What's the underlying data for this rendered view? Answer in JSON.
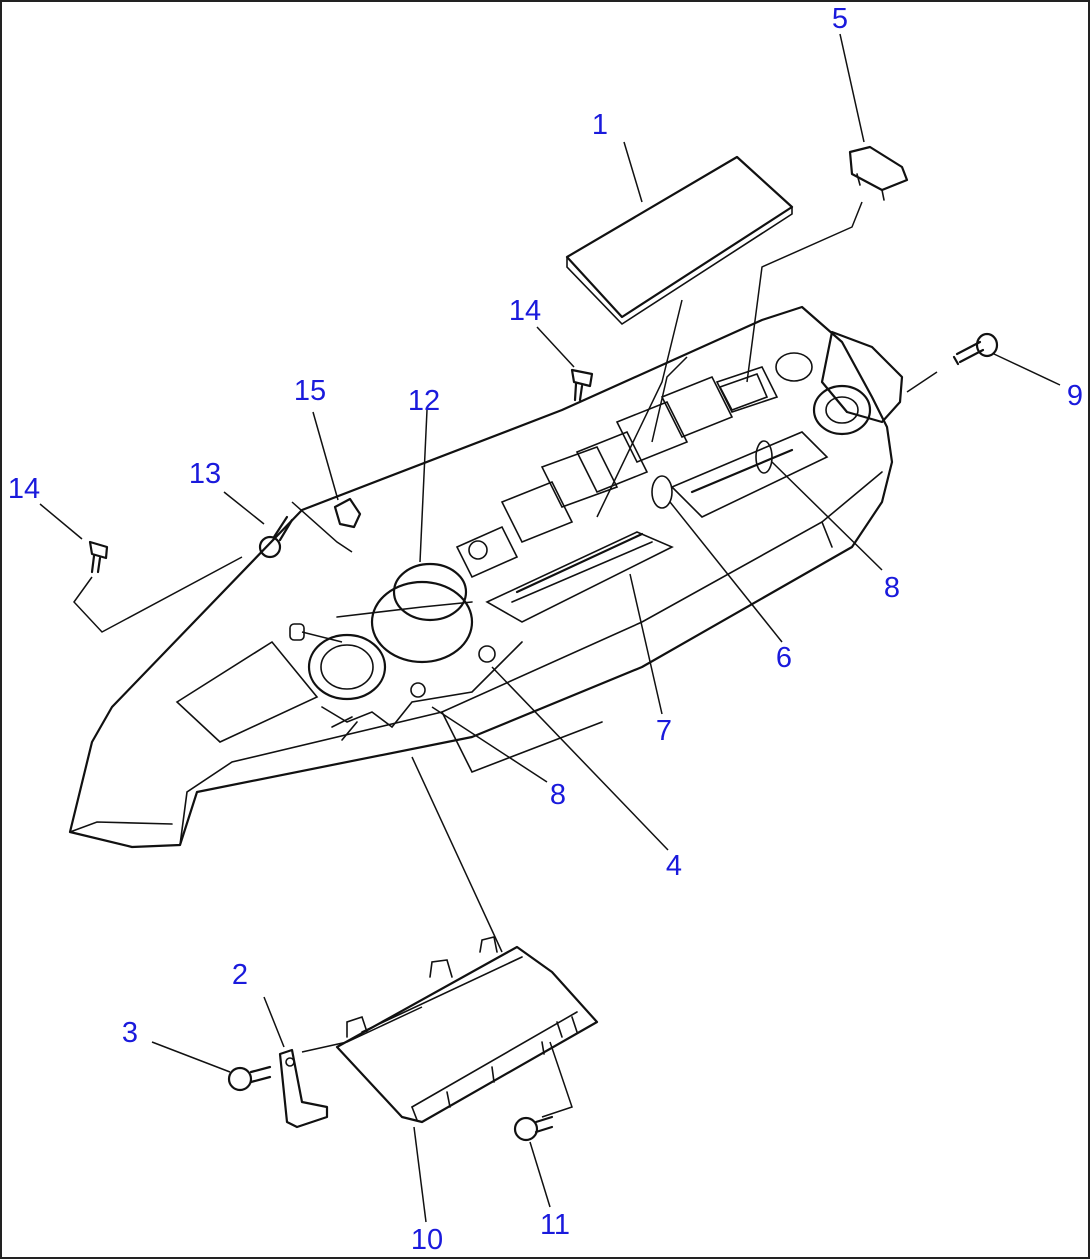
{
  "diagram": {
    "callouts": [
      {
        "id": "c1",
        "text": "1"
      },
      {
        "id": "c2",
        "text": "2"
      },
      {
        "id": "c3",
        "text": "3"
      },
      {
        "id": "c4",
        "text": "4"
      },
      {
        "id": "c5",
        "text": "5"
      },
      {
        "id": "c6",
        "text": "6"
      },
      {
        "id": "c7",
        "text": "7"
      },
      {
        "id": "c8a",
        "text": "8"
      },
      {
        "id": "c8b",
        "text": "8"
      },
      {
        "id": "c9",
        "text": "9"
      },
      {
        "id": "c10",
        "text": "10"
      },
      {
        "id": "c11",
        "text": "11"
      },
      {
        "id": "c12",
        "text": "12"
      },
      {
        "id": "c13",
        "text": "13"
      },
      {
        "id": "c14a",
        "text": "14"
      },
      {
        "id": "c14b",
        "text": "14"
      },
      {
        "id": "c15",
        "text": "15"
      }
    ],
    "label_color": "#1a1adc",
    "line_color": "#111111"
  }
}
